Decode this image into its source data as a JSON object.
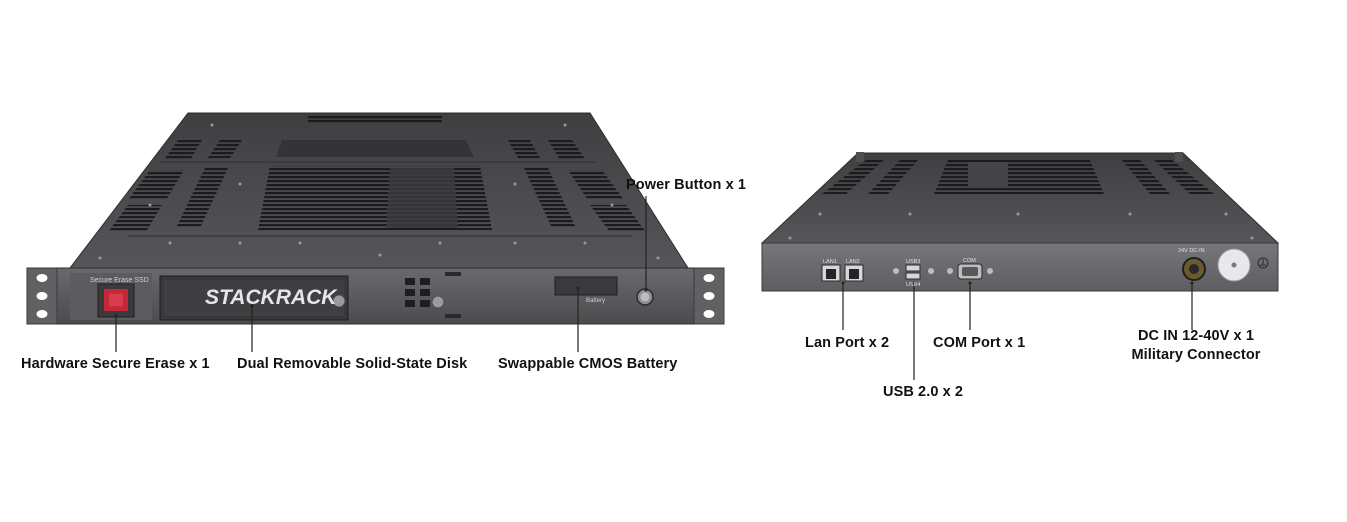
{
  "front": {
    "brand": "STACKRACK",
    "panel_text": "Secure  Erase  SSD",
    "battery_text": "Battery",
    "labels": {
      "hardware_secure_erase": "Hardware Secure Erase x 1",
      "dual_removable_ssd": "Dual Removable Solid-State Disk",
      "swappable_cmos": "Swappable CMOS Battery",
      "power_button": "Power Button x 1"
    }
  },
  "rear": {
    "port_text": {
      "lan1": "LAN1",
      "lan2": "LAN2",
      "usb3": "USB3",
      "usb4": "USB4",
      "com": "COM",
      "dc": "24V  DC-IN"
    },
    "labels": {
      "lan_port": "Lan Port x 2",
      "com_port": "COM Port x 1",
      "usb": "USB 2.0 x 2",
      "dc_in_line1": "DC IN 12-40V x 1",
      "dc_in_line2": "Military Connector"
    }
  },
  "colors": {
    "chassis_top": "#4a4a4c",
    "chassis_front": "#5b5b5d",
    "vent": "#1f1f21",
    "label_text": "#111111",
    "leader_line": "#222222"
  }
}
